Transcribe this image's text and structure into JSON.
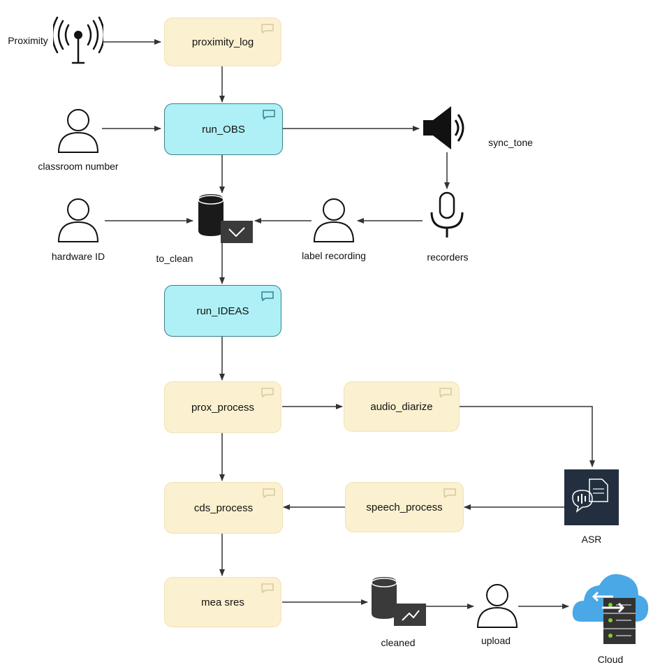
{
  "nodes": {
    "proximity_log": "proximity_log",
    "run_OBS": "run_OBS",
    "run_IDEAS": "run_IDEAS",
    "prox_process": "prox_process",
    "audio_diarize": "audio_diarize",
    "cds_process": "cds_process",
    "speech_process": "speech_process",
    "measures": "mea  sres"
  },
  "labels": {
    "proximity": "Proximity",
    "classroom_number": "classroom number",
    "hardware_id": "hardware ID",
    "to_clean": "to_clean",
    "label_recording": "label recording",
    "recorders": "recorders",
    "sync_tone": "sync_tone",
    "asr": "ASR",
    "cleaned": "cleaned",
    "upload": "upload",
    "cloud": "Cloud"
  },
  "colors": {
    "process_fill": "#fbf0cf",
    "run_fill": "#aef0f6",
    "run_border": "#3a7f86",
    "arrow": "#333333",
    "asr_bg": "#232f3e",
    "cloud": "#3aa0e0"
  },
  "icons": [
    "antenna-icon",
    "person-icon",
    "speaker-icon",
    "microphone-icon",
    "database-icon",
    "asr-icon",
    "cloud-server-icon"
  ]
}
